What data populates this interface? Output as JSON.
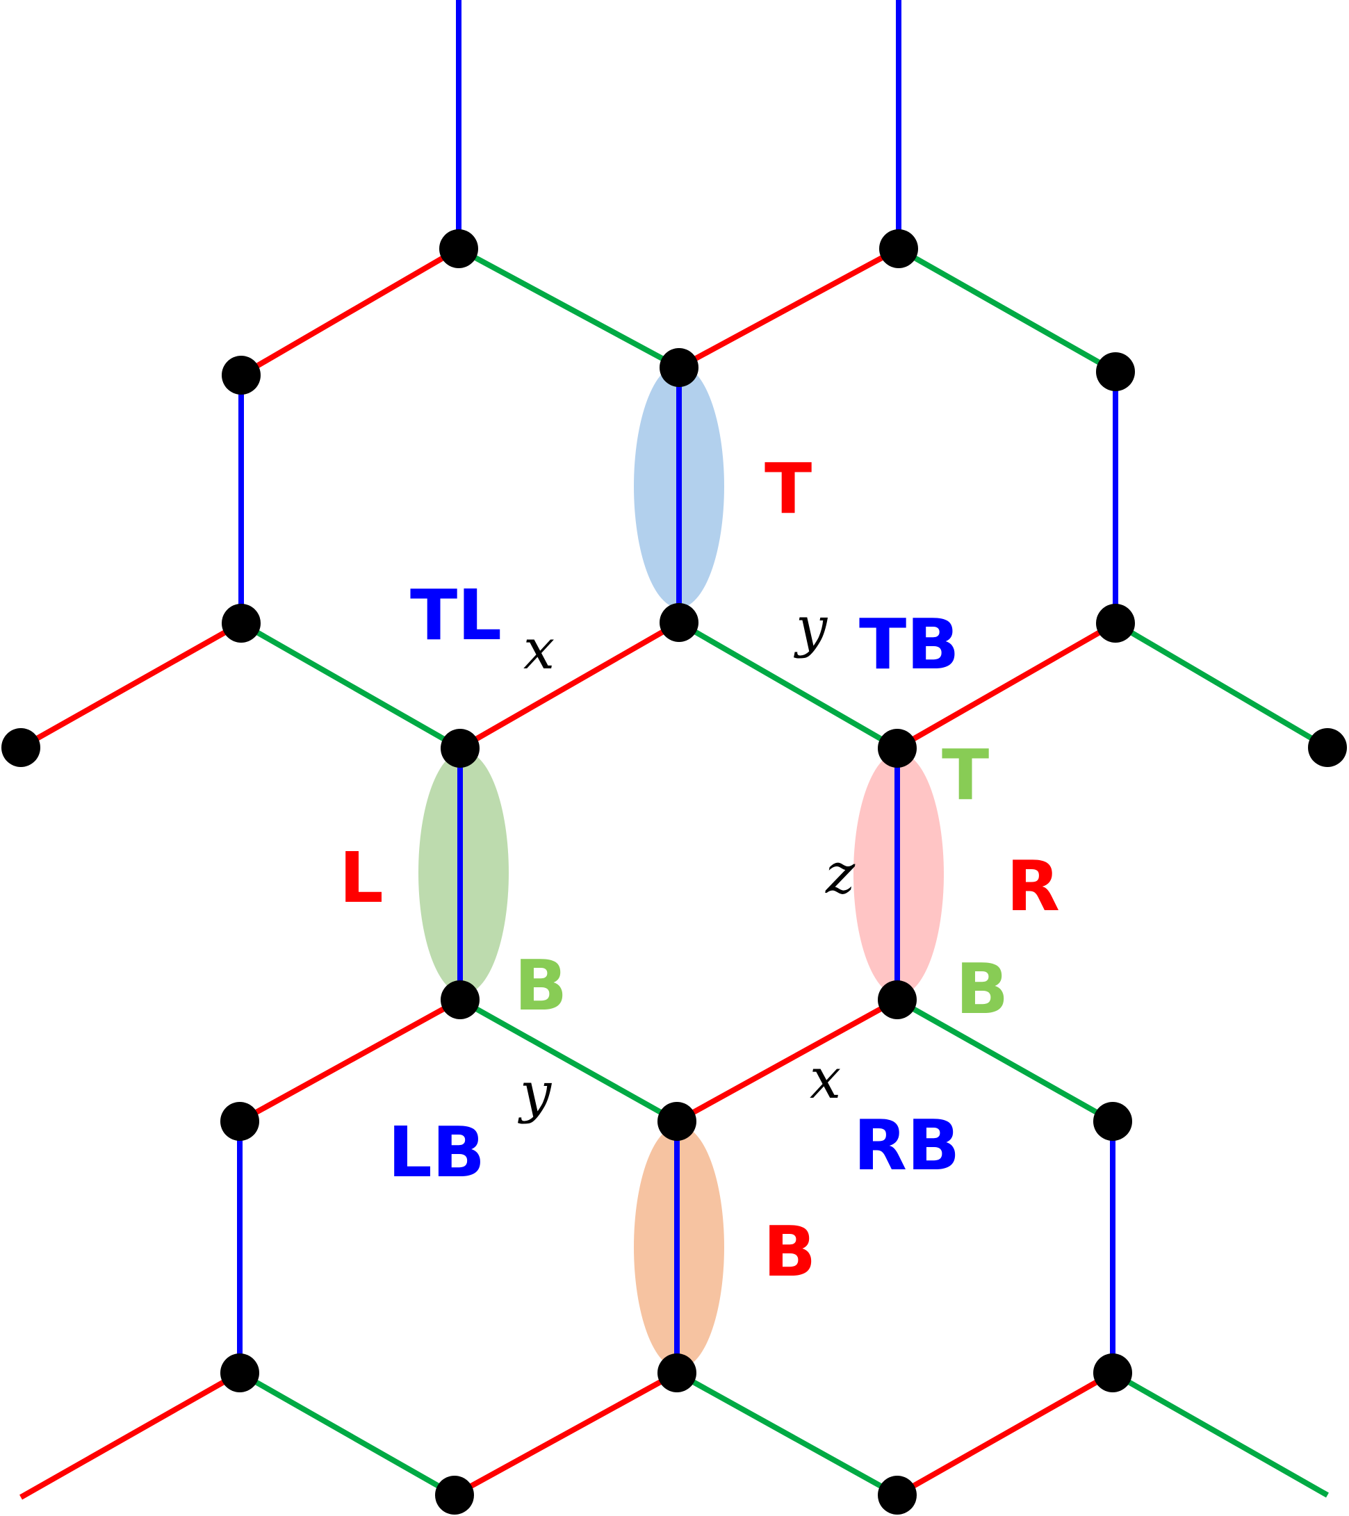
{
  "colors": {
    "x_bond": "#ff0000",
    "y_bond": "#00aa44",
    "z_bond": "#0000ff",
    "node": "#000000",
    "label_red": "#ff0000",
    "label_blue": "#0000ff",
    "label_green": "#88cc55",
    "ellipse_T": "#a4c8ea",
    "ellipse_L": "#b2d5a0",
    "ellipse_R": "#ffbbbb",
    "ellipse_B": "#f4b890"
  },
  "labels": {
    "plaquette_T": "T",
    "plaquette_L": "L",
    "plaquette_R": "R",
    "plaquette_B": "B",
    "corner_TL": "TL",
    "corner_TB": "TB",
    "corner_LB": "LB",
    "corner_RB": "RB",
    "sub_L_B": "B",
    "sub_R_T": "T",
    "sub_R_B": "B",
    "bond_x_top": "x",
    "bond_y_top": "y",
    "bond_z": "z",
    "bond_y_bottom": "y",
    "bond_x_bottom": "x"
  }
}
